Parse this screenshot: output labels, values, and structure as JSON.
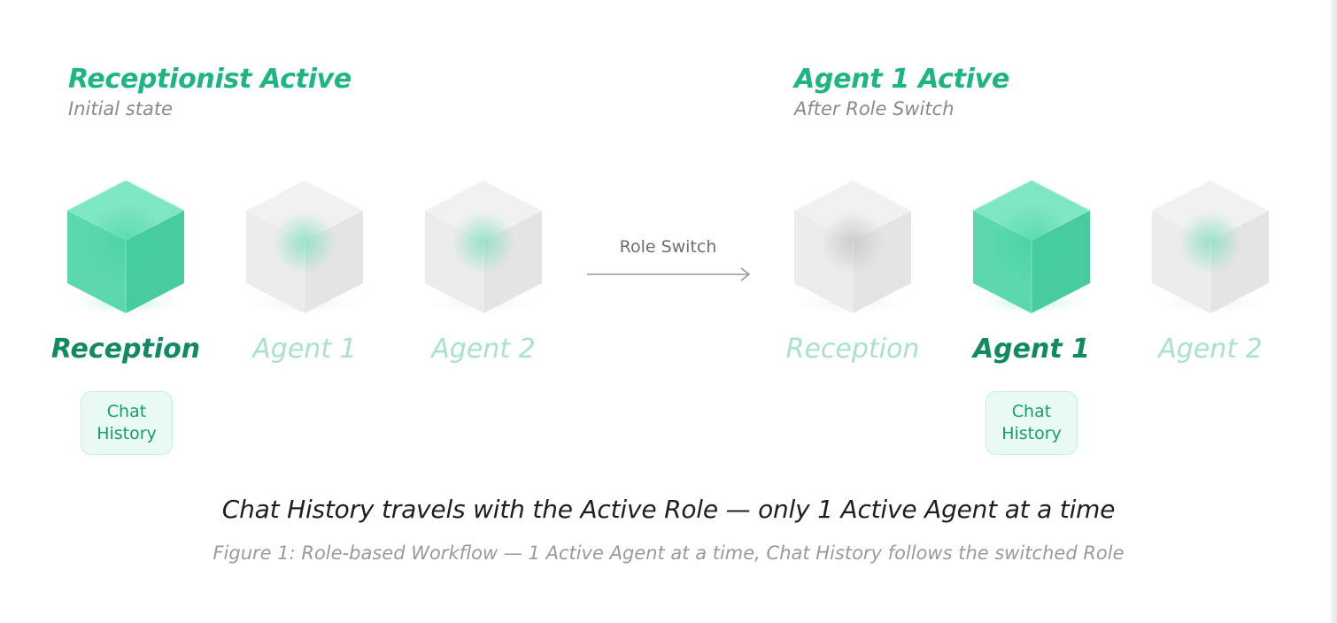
{
  "panels": [
    {
      "title": "Receptionist Active",
      "subtitle": "Initial state",
      "active_role": "Reception",
      "roles": [
        "Reception",
        "Agent 1",
        "Agent 2"
      ],
      "badge": "Chat\nHistory"
    },
    {
      "title": "Agent 1 Active",
      "subtitle": "After Role Switch",
      "active_role": "Agent 1",
      "roles": [
        "Reception",
        "Agent 1",
        "Agent 2"
      ],
      "badge": "Chat\nHistory"
    }
  ],
  "transition": {
    "label": "Role Switch"
  },
  "caption": "Chat History travels with the Active Role — only 1 Active Agent at a time",
  "figure_note": "Figure 1: Role-based Workflow — 1 Active Agent at a time, Chat History follows the switched Role",
  "colors": {
    "accent": "#1db584",
    "active_label": "#0f8a62",
    "inactive_label": "#a8e2cf",
    "active_cube": "#3fd0a0",
    "inactive_cube": "#e6e6e6"
  },
  "icons": {
    "cube": "cube-icon",
    "arrow": "arrow-right-icon"
  }
}
